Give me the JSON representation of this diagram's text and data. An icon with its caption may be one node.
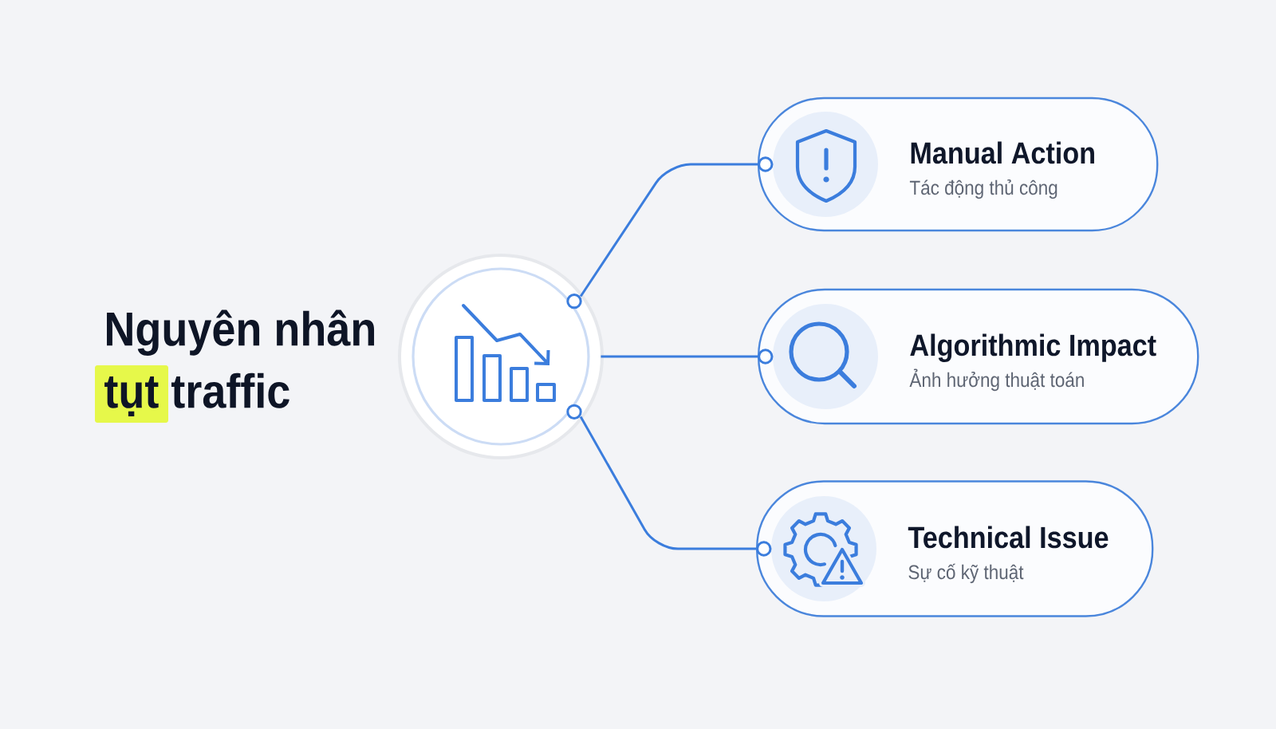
{
  "diagram": {
    "title": "Nguyên nhân tụt traffic",
    "nodes": [
      {
        "text": [],
        "shape": "circle"
      },
      {
        "text": [
          "Manual Action",
          "Tác động thủ công"
        ]
      },
      {
        "text": [
          "Algorithmic Impact",
          "Ảnh hưởng thuật toán"
        ]
      },
      {
        "text": [
          "Technical Issue",
          "Sự cố kỹ thuật"
        ]
      }
    ],
    "edges": [
      {
        "from": 0,
        "to": 1,
        "arrow": "other"
      },
      {
        "from": 0,
        "to": 2,
        "arrow": "other"
      },
      {
        "from": 0,
        "to": 3,
        "arrow": "other"
      }
    ]
  }
}
